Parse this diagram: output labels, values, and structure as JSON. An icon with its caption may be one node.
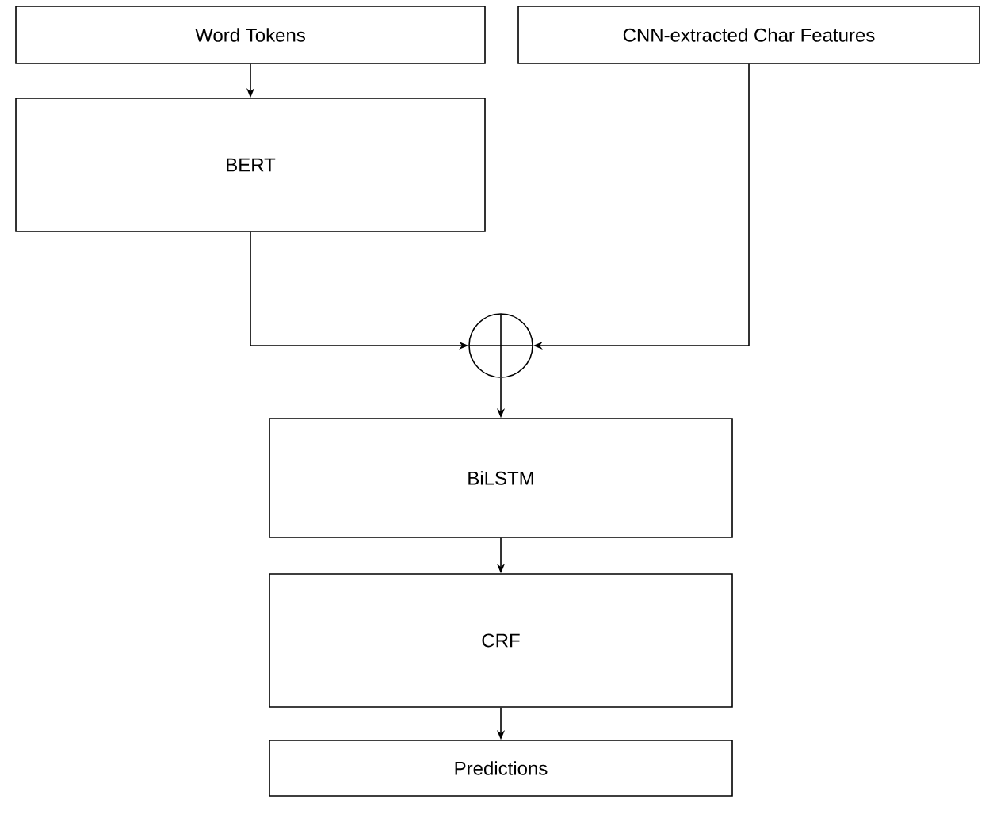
{
  "diagram": {
    "nodes": [
      {
        "text": [
          "Word Tokens"
        ]
      },
      {
        "text": [
          "CNN-extracted Char Features"
        ]
      },
      {
        "text": [
          "BERT"
        ]
      },
      {
        "text": [],
        "shape": "circle"
      },
      {
        "text": [
          "BiLSTM"
        ]
      },
      {
        "text": [
          "CRF"
        ]
      },
      {
        "text": [
          "Predictions"
        ]
      }
    ],
    "edges": [
      {
        "from": 0,
        "to": 2,
        "arrow": "to"
      },
      {
        "from": 2,
        "to": 3,
        "arrow": "to"
      },
      {
        "from": 1,
        "to": 3,
        "arrow": "to"
      },
      {
        "from": 3,
        "to": 4,
        "arrow": "to"
      },
      {
        "from": 4,
        "to": 5,
        "arrow": "to"
      },
      {
        "from": 5,
        "to": 6,
        "arrow": "to"
      }
    ]
  }
}
